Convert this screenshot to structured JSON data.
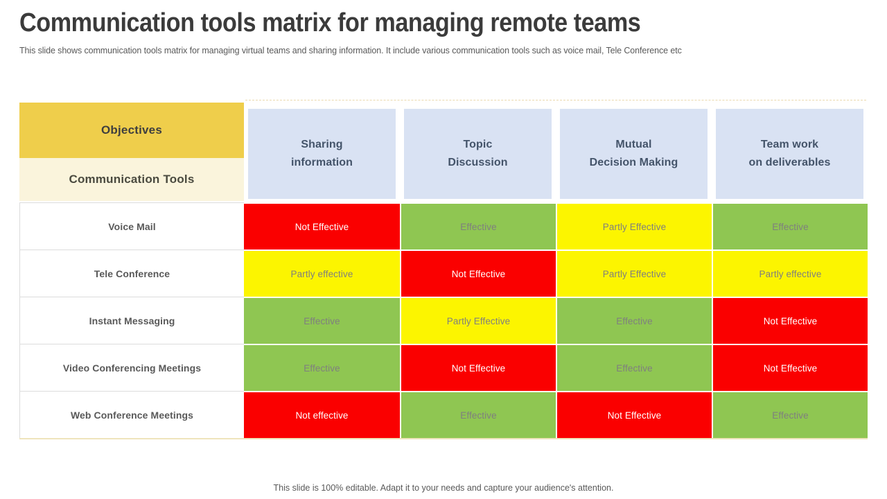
{
  "slide": {
    "title": "Communication tools matrix for managing remote teams",
    "subtitle": "This slide shows communication tools matrix for managing virtual teams and sharing information. It include various communication tools such as voice mail, Tele Conference etc",
    "footer": "This slide is 100% editable. Adapt it to your needs and capture your audience's attention."
  },
  "matrix": {
    "corner": {
      "objectives": "Objectives",
      "tools": "Communication Tools"
    },
    "columns": [
      {
        "line1": "Sharing",
        "line2": "information"
      },
      {
        "line1": "Topic",
        "line2": "Discussion"
      },
      {
        "line1": "Mutual",
        "line2": "Decision Making"
      },
      {
        "line1": "Team work",
        "line2": "on deliverables"
      }
    ],
    "rows": [
      {
        "label": "Voice Mail",
        "cells": [
          {
            "text": "Not Effective",
            "status": "red"
          },
          {
            "text": "Effective",
            "status": "green"
          },
          {
            "text": "Partly Effective",
            "status": "yellow"
          },
          {
            "text": "Effective",
            "status": "green"
          }
        ]
      },
      {
        "label": "Tele Conference",
        "cells": [
          {
            "text": "Partly effective",
            "status": "yellow"
          },
          {
            "text": "Not Effective",
            "status": "red"
          },
          {
            "text": "Partly Effective",
            "status": "yellow"
          },
          {
            "text": "Partly effective",
            "status": "yellow"
          }
        ]
      },
      {
        "label": "Instant Messaging",
        "cells": [
          {
            "text": "Effective",
            "status": "green"
          },
          {
            "text": "Partly Effective",
            "status": "yellow"
          },
          {
            "text": "Effective",
            "status": "green"
          },
          {
            "text": "Not Effective",
            "status": "red"
          }
        ]
      },
      {
        "label": "Video Conferencing Meetings",
        "cells": [
          {
            "text": "Effective",
            "status": "green"
          },
          {
            "text": "Not Effective",
            "status": "red"
          },
          {
            "text": "Effective",
            "status": "green"
          },
          {
            "text": "Not Effective",
            "status": "red"
          }
        ]
      },
      {
        "label": "Web Conference Meetings",
        "cells": [
          {
            "text": "Not effective",
            "status": "red"
          },
          {
            "text": "Effective",
            "status": "green"
          },
          {
            "text": "Not Effective",
            "status": "red"
          },
          {
            "text": "Effective",
            "status": "green"
          }
        ]
      }
    ]
  },
  "colors": {
    "red": "#FA0000",
    "green": "#8FC652",
    "yellow": "#FCF500",
    "gold": "#EFCE4B",
    "cream": "#FAF4DC",
    "lavender": "#D9E2F3",
    "cell_text": "#7F7F7F",
    "cell_text_on_red": "#FFFFFF"
  }
}
